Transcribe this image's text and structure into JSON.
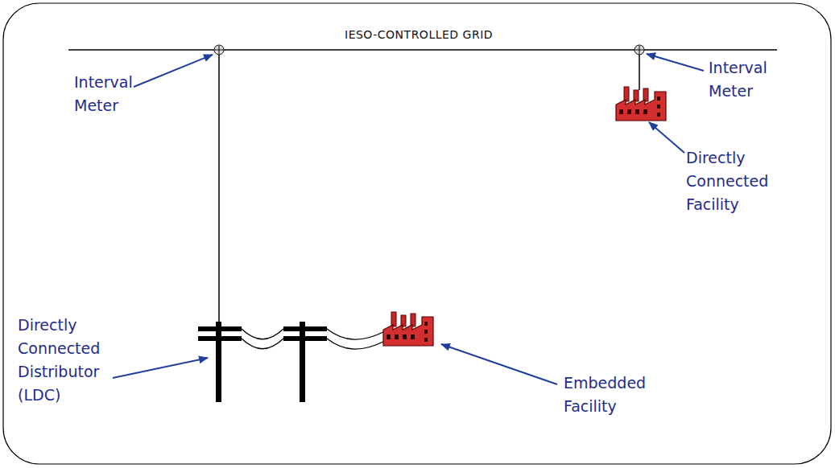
{
  "diagram": {
    "labels": [
      "IESO-CONTROLLED GRID",
      "Interval Meter",
      "Interval Meter",
      "Directly Connected Facility",
      "Directly Connected Distributor (LDC)",
      "Embedded Facility"
    ]
  }
}
